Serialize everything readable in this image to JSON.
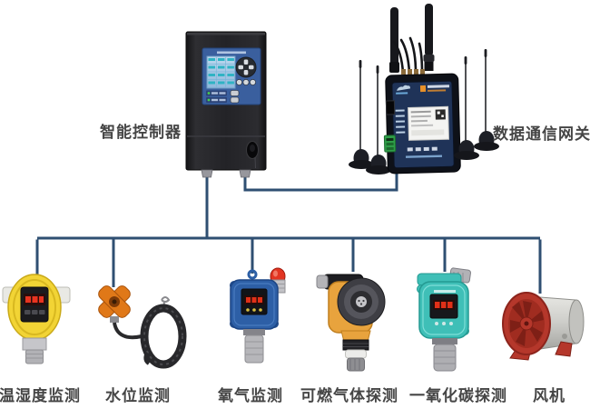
{
  "labels": {
    "controller": "智能控制器",
    "gateway": "数据通信网关"
  },
  "sensors": [
    {
      "id": "temp-humidity",
      "label": "温湿度监测"
    },
    {
      "id": "water-level",
      "label": "水位监测"
    },
    {
      "id": "oxygen",
      "label": "氧气监测"
    },
    {
      "id": "combustible-gas",
      "label": "可燃气体探测"
    },
    {
      "id": "carbon-monoxide",
      "label": "一氧化碳探测"
    },
    {
      "id": "fan",
      "label": "风机"
    }
  ],
  "colors": {
    "line": "#2f4f72",
    "label_text": "#454545",
    "controller_accent": "#3a5f9e",
    "gateway_body": "#1f3358",
    "temp_sensor": "#f2d435",
    "water_sensor": "#e07818",
    "oxygen_sensor": "#2d5fa6",
    "gas_sensor": "#e8a33d",
    "co_sensor": "#3fbfb7",
    "fan": "#b5372b"
  }
}
